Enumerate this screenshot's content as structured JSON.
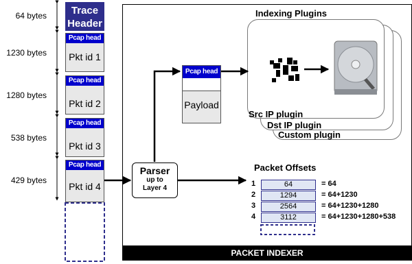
{
  "trace_header": "Trace Header",
  "sizes": [
    "64 bytes",
    "1230 bytes",
    "1280 bytes",
    "538 bytes",
    "429 bytes"
  ],
  "packets": [
    {
      "head": "Pcap head",
      "label": "Pkt id 1"
    },
    {
      "head": "Pcap head",
      "label": "Pkt id 2"
    },
    {
      "head": "Pcap head",
      "label": "Pkt id 3"
    },
    {
      "head": "Pcap head",
      "label": "Pkt id 4"
    }
  ],
  "parser": {
    "title": "Parser",
    "sub1": "up to",
    "sub2": "Layer 4"
  },
  "parsed_packet": {
    "head": "Pcap head",
    "body": "Payload"
  },
  "plugins": {
    "title": "Indexing Plugins",
    "items": [
      "Src IP plugin",
      "Dst IP plugin",
      "Custom plugin"
    ]
  },
  "offsets": {
    "title": "Packet Offsets",
    "rows": [
      {
        "num": "1",
        "value": "64",
        "calc": "= 64"
      },
      {
        "num": "2",
        "value": "1294",
        "calc": "= 64+1230"
      },
      {
        "num": "3",
        "value": "2564",
        "calc": "= 64+1230+1280"
      },
      {
        "num": "4",
        "value": "3112",
        "calc": "= 64+1230+1280+538"
      }
    ]
  },
  "indexer_label": "PACKET INDEXER",
  "icons": [
    "arrow-icon",
    "bitmap-icon",
    "hard-drive-icon"
  ]
}
